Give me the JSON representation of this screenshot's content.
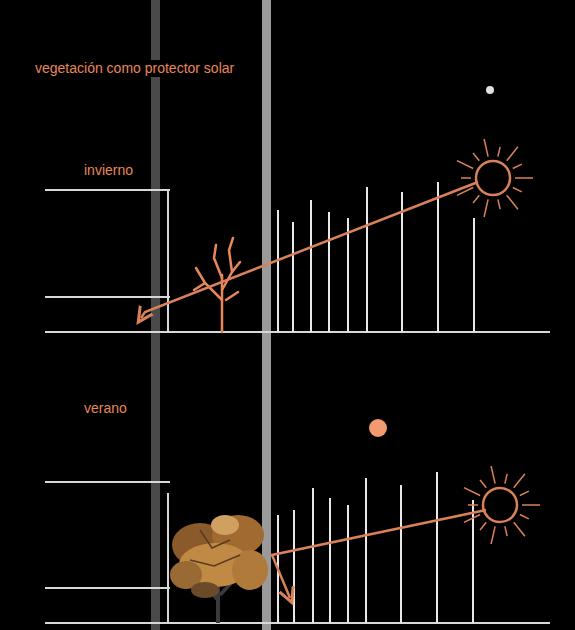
{
  "diagram": {
    "title": "vegetación como protector solar",
    "labels": [
      "invierno",
      "verano"
    ]
  }
}
